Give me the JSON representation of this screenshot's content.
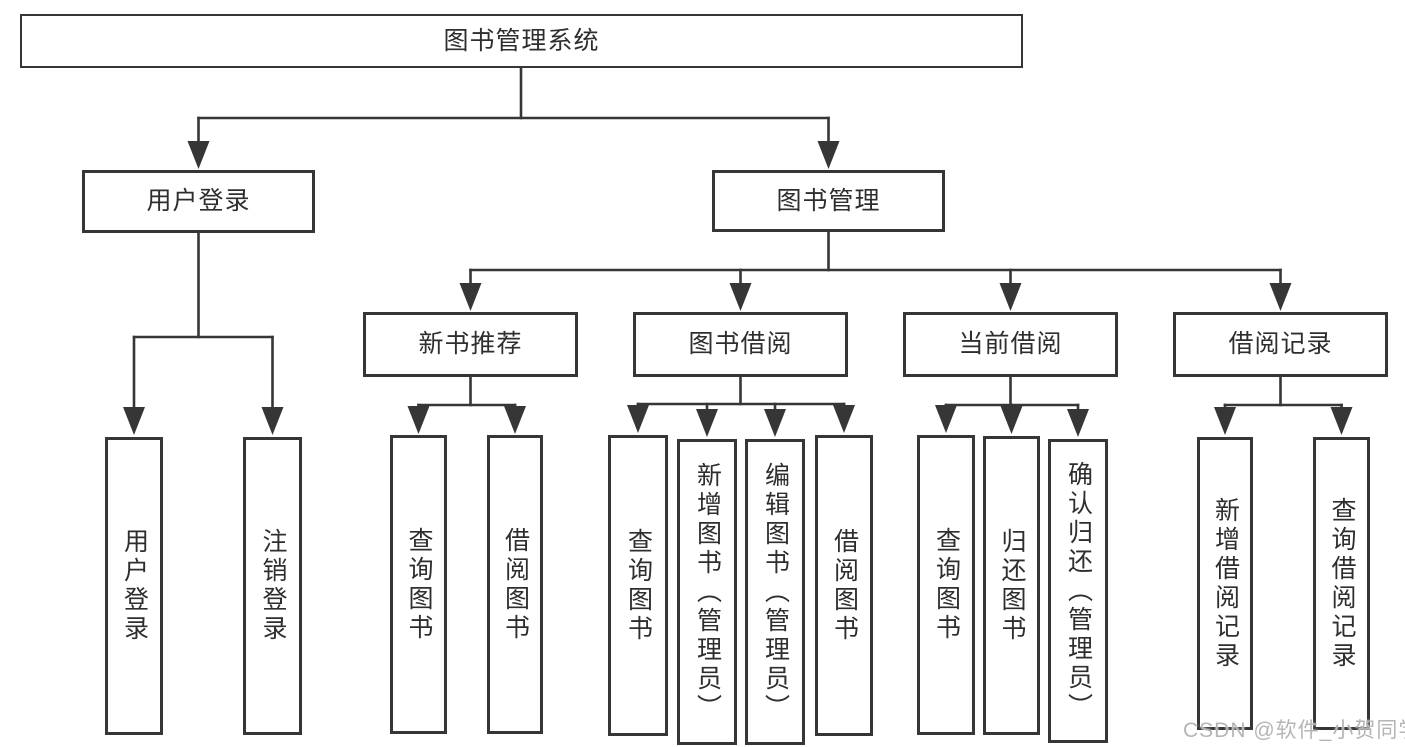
{
  "tree": {
    "label": "图书管理系统",
    "children": [
      {
        "label": "用户登录",
        "children": [
          {
            "label": "用户登录"
          },
          {
            "label": "注销登录"
          }
        ]
      },
      {
        "label": "图书管理",
        "children": [
          {
            "label": "新书推荐",
            "children": [
              {
                "label": "查询图书"
              },
              {
                "label": "借阅图书"
              }
            ]
          },
          {
            "label": "图书借阅",
            "children": [
              {
                "label": "查询图书"
              },
              {
                "label": "新增图书（管理员）"
              },
              {
                "label": "编辑图书（管理员）"
              },
              {
                "label": "借阅图书"
              }
            ]
          },
          {
            "label": "当前借阅",
            "children": [
              {
                "label": "查询图书"
              },
              {
                "label": "归还图书"
              },
              {
                "label": "确认归还（管理员）"
              }
            ]
          },
          {
            "label": "借阅记录",
            "children": [
              {
                "label": "新增借阅记录"
              },
              {
                "label": "查询借阅记录"
              }
            ]
          }
        ]
      }
    ]
  },
  "watermark": "CSDN @软件_小贺同学",
  "colors": {
    "line": "#363636",
    "text": "#2e2e2e",
    "background": "#ffffff",
    "watermark": "#b5b5b5"
  }
}
